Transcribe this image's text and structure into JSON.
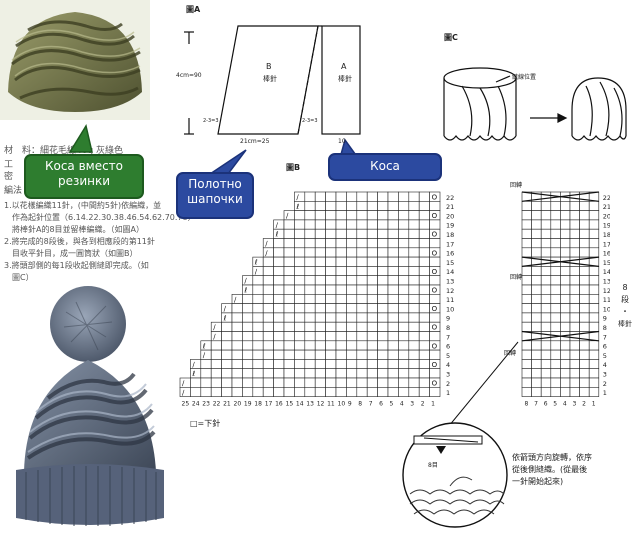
{
  "callouts": {
    "kosa_vmesto_line1": "Коса вместо",
    "kosa_vmesto_line2": "резинки",
    "polotno_line1": "Полотно",
    "polotno_line2": "шапочки",
    "kosa": "Коса"
  },
  "figures": {
    "a_label": "圖A",
    "b_label": "圖B",
    "c_label": "圖C"
  },
  "figure_a": {
    "panel_b_letter": "B",
    "panel_b_text": "棒針",
    "panel_a_letter": "A",
    "panel_a_text": "棒針",
    "left_dim": "4cm=90",
    "bottom_dim": "21cm=25",
    "a_bottom_dim": "10",
    "side_small": "2-3=3",
    "side_small2": "2-3=3"
  },
  "figure_c": {
    "note": "縫線位置"
  },
  "chart": {
    "right_rows": [
      "22",
      "21",
      "20",
      "19",
      "18",
      "17",
      "16",
      "15",
      "14",
      "13",
      "12",
      "11",
      "10",
      "9",
      "8",
      "7",
      "6",
      "5",
      "4",
      "3",
      "2",
      "1"
    ],
    "bottom_cols": [
      "25",
      "24",
      "23",
      "22",
      "21",
      "20",
      "19",
      "18",
      "17",
      "16",
      "15",
      "14",
      "13",
      "12",
      "11",
      "10",
      "9",
      "8",
      "7",
      "6",
      "5",
      "4",
      "3",
      "2",
      "1"
    ],
    "side_cols": [
      "8",
      "7",
      "6",
      "5",
      "4",
      "3",
      "2",
      "1"
    ],
    "side_label_1": "8",
    "side_label_2": "段",
    "side_label_3": "・",
    "side_label_4": "棒針",
    "cross_label": "回轉",
    "legend": "□=下針"
  },
  "text_block": {
    "line1": "材　料：細花毛線40g 灰綠色",
    "line2": "工",
    "line3": "密",
    "line4": "編法",
    "line5": "1.以花樣編織11針，(中間約5針)依編織，並",
    "line6": "　作為起針位置（6.14.22.30.38.46.54.62.70.78）",
    "line7": "　將棒針A的8目並留棒編織。（如圖A）",
    "line8": "2.將完成的8段後，與各到相應段的第11針",
    "line9": "　目收平針目，成一圓筒狀（如圖B）",
    "line10": "3.將頭部側的每1段收起側縫即完成。（如",
    "line11": "　圖C）"
  },
  "inset": {
    "arrow_text": "8目",
    "caption1": "依箭頭方向旋轉，依序",
    "caption2": "從後側縫織。(從最後",
    "caption3": "一針開始起來)"
  },
  "colors": {
    "green": "#2e7d2f",
    "blue": "#2c4aa0",
    "olive_hat": "#6a6c45",
    "grey_hat": "#5e6a7a"
  }
}
